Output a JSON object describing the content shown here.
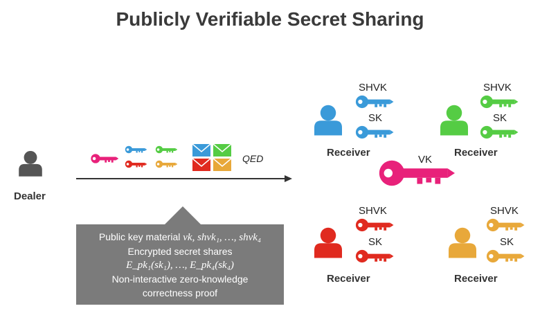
{
  "title": "Publicly Verifiable Secret Sharing",
  "dealer": {
    "label": "Dealer"
  },
  "proof_label": "QED",
  "vk_label": "VK",
  "receivers": [
    {
      "label": "Receiver",
      "shvk_label": "SHVK",
      "sk_label": "SK",
      "color": "#3a9ad9"
    },
    {
      "label": "Receiver",
      "shvk_label": "SHVK",
      "sk_label": "SK",
      "color": "#55cc44"
    },
    {
      "label": "Receiver",
      "shvk_label": "SHVK",
      "sk_label": "SK",
      "color": "#e02a1f"
    },
    {
      "label": "Receiver",
      "shvk_label": "SHVK",
      "sk_label": "SK",
      "color": "#e8a83a"
    }
  ],
  "callout": {
    "line1_prefix": "Public key material ",
    "line1_math": "vk, shvk₁, …, shvk₄",
    "line2": "Encrypted secret shares",
    "line3_math": "E_pk₁(sk₁), …, E_pk₄(sk₄)",
    "line4": "Non-interactive zero-knowledge",
    "line5": "correctness proof"
  },
  "colors": {
    "vk": "#e8217a",
    "blue": "#3a9ad9",
    "green": "#55cc44",
    "red": "#e02a1f",
    "orange": "#e8a83a",
    "dealer": "#555555"
  }
}
